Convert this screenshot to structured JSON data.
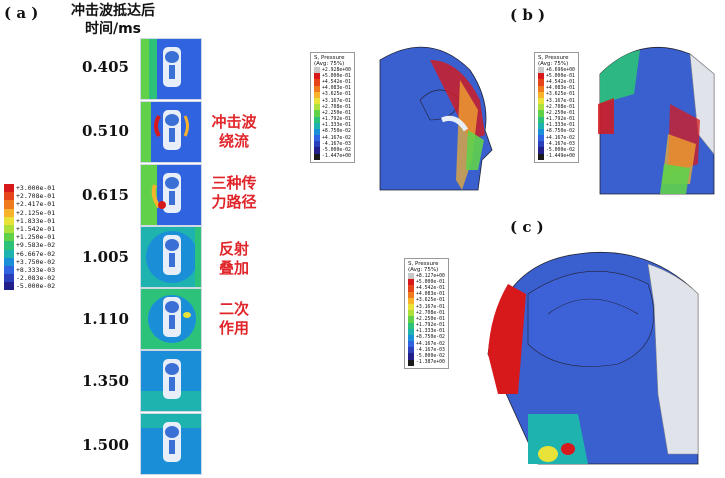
{
  "labels": {
    "a": "( a )",
    "b": "( b )",
    "c": "( c )"
  },
  "header": {
    "line1": "冲击波抵达后",
    "line2": "时间/ms"
  },
  "times": [
    "0.405",
    "0.510",
    "0.615",
    "1.005",
    "1.110",
    "1.350",
    "1.500"
  ],
  "notes": [
    {
      "l1": "冲击波",
      "l2": "绕流"
    },
    {
      "l1": "三种传",
      "l2": "力路径"
    },
    {
      "l1": "反射",
      "l2": "叠加"
    },
    {
      "l1": "二次",
      "l2": "作用"
    }
  ],
  "legend_a": [
    {
      "t": "+3.000e-01",
      "c": "#d7191c"
    },
    {
      "t": "+2.708e-01",
      "c": "#e6451c"
    },
    {
      "t": "+2.417e-01",
      "c": "#f07a1e"
    },
    {
      "t": "+2.125e-01",
      "c": "#f7b32b"
    },
    {
      "t": "+1.833e-01",
      "c": "#e9e239"
    },
    {
      "t": "+1.542e-01",
      "c": "#aee03c"
    },
    {
      "t": "+1.250e-01",
      "c": "#61d14a"
    },
    {
      "t": "+9.583e-02",
      "c": "#2cc27a"
    },
    {
      "t": "+6.667e-02",
      "c": "#1fb3b0"
    },
    {
      "t": "+3.750e-02",
      "c": "#1a8fd8"
    },
    {
      "t": "+8.333e-03",
      "c": "#2f63df"
    },
    {
      "t": "-2.083e-02",
      "c": "#2a3fb9"
    },
    {
      "t": "-5.000e-02",
      "c": "#221f8a"
    }
  ],
  "legend_b1": {
    "title": "S, Pressure",
    "sub": "(Avg: 75%)",
    "rows": [
      "+2.928e+00",
      "+5.000e-01",
      "+4.542e-01",
      "+4.083e-01",
      "+3.625e-01",
      "+3.167e-01",
      "+2.708e-01",
      "+2.250e-01",
      "+1.792e-01",
      "+1.333e-01",
      "+8.750e-02",
      "+4.167e-02",
      "-4.167e-03",
      "-5.000e-02",
      "-1.447e+00"
    ]
  },
  "legend_b2": {
    "title": "S, Pressure",
    "sub": "(Avg: 75%)",
    "rows": [
      "+6.696e+00",
      "+5.000e-01",
      "+4.542e-01",
      "+4.083e-01",
      "+3.625e-01",
      "+3.167e-01",
      "+2.708e-01",
      "+2.250e-01",
      "+1.792e-01",
      "+1.333e-01",
      "+8.750e-02",
      "+4.167e-02",
      "-4.167e-03",
      "-5.000e-02",
      "-1.449e+00"
    ]
  },
  "legend_c": {
    "title": "S, Pressure",
    "sub": "(Avg: 75%)",
    "rows": [
      "+8.127e+00",
      "+5.000e-01",
      "+4.542e-01",
      "+4.083e-01",
      "+3.625e-01",
      "+3.167e-01",
      "+2.708e-01",
      "+2.250e-01",
      "+1.792e-01",
      "+1.333e-01",
      "+8.750e-02",
      "+4.167e-02",
      "-4.167e-03",
      "-5.000e-02",
      "-1.387e+00"
    ]
  },
  "scale_colors": [
    "#c8c8c8",
    "#d7191c",
    "#e6451c",
    "#f07a1e",
    "#f7b32b",
    "#e9e239",
    "#aee03c",
    "#61d14a",
    "#2cc27a",
    "#1fb3b0",
    "#1a8fd8",
    "#2f63df",
    "#2a3fb9",
    "#221f8a",
    "#1a1a1a"
  ]
}
